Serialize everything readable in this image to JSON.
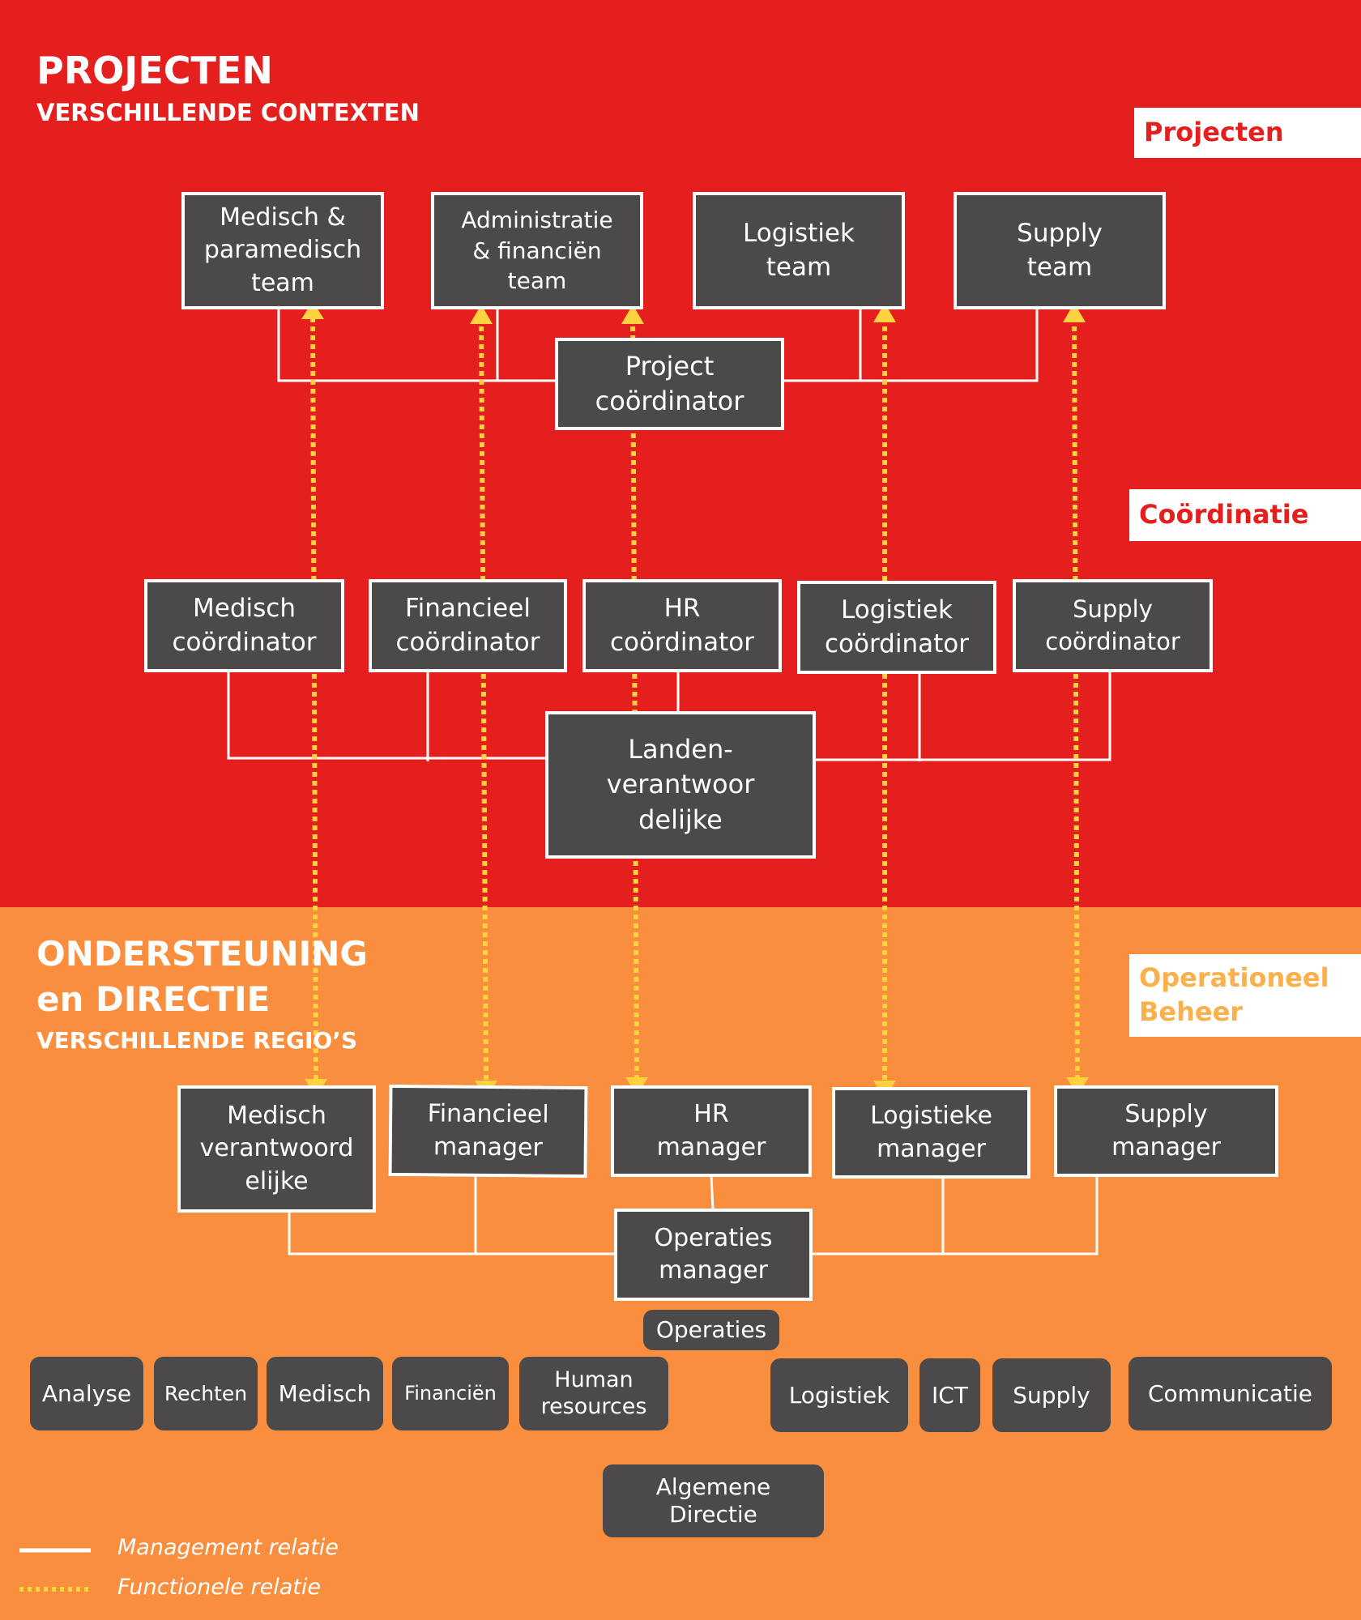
{
  "top_section": {
    "title": "PROJECTEN",
    "subtitle": "VERSCHILLENDE CONTEXTEN"
  },
  "bottom_section": {
    "title": "ONDERSTEUNING\nen DIRECTIE",
    "subtitle": "VERSCHILLENDE REGIO’S"
  },
  "level_tags": {
    "projecten": "Projecten",
    "coordinatie": "Coördinatie",
    "operationeel": "Operationeel\nBeheer"
  },
  "project_teams": [
    "Medisch &\nparamedisch\nteam",
    "Administratie\n& financiën\nteam",
    "Logistiek\nteam",
    "Supply\nteam"
  ],
  "project_coordinator": "Project\ncoördinator",
  "coordinators": [
    "Medisch\ncoördinator",
    "Financieel\ncoördinator",
    "HR\ncoördinator",
    "Logistiek\ncoördinator",
    "Supply\ncoördinator"
  ],
  "country_lead": "Landen-\nverantwoor\ndelijke",
  "managers": [
    "Medisch\nverantwoord\nelijke",
    "Financieel\nmanager",
    "HR\nmanager",
    "Logistieke\nmanager",
    "Supply\nmanager"
  ],
  "operations_manager": "Operaties\nmanager",
  "operations_label": "Operaties",
  "departments": [
    "Analyse",
    "Rechten",
    "Medisch",
    "Financiën",
    "Human\nresources",
    "Logistiek",
    "ICT",
    "Supply",
    "Communicatie"
  ],
  "general_management": "Algemene\nDirectie",
  "legend": {
    "management": "Management relatie",
    "functional": "Functionele relatie"
  },
  "colors": {
    "top_band": "#e51e1e",
    "bottom_band": "#f98e3e",
    "box": "#4b4949",
    "functional_line": "#ffd23f",
    "management_line": "#ffffff",
    "operationeel_tag_text": "#fbb04a"
  }
}
